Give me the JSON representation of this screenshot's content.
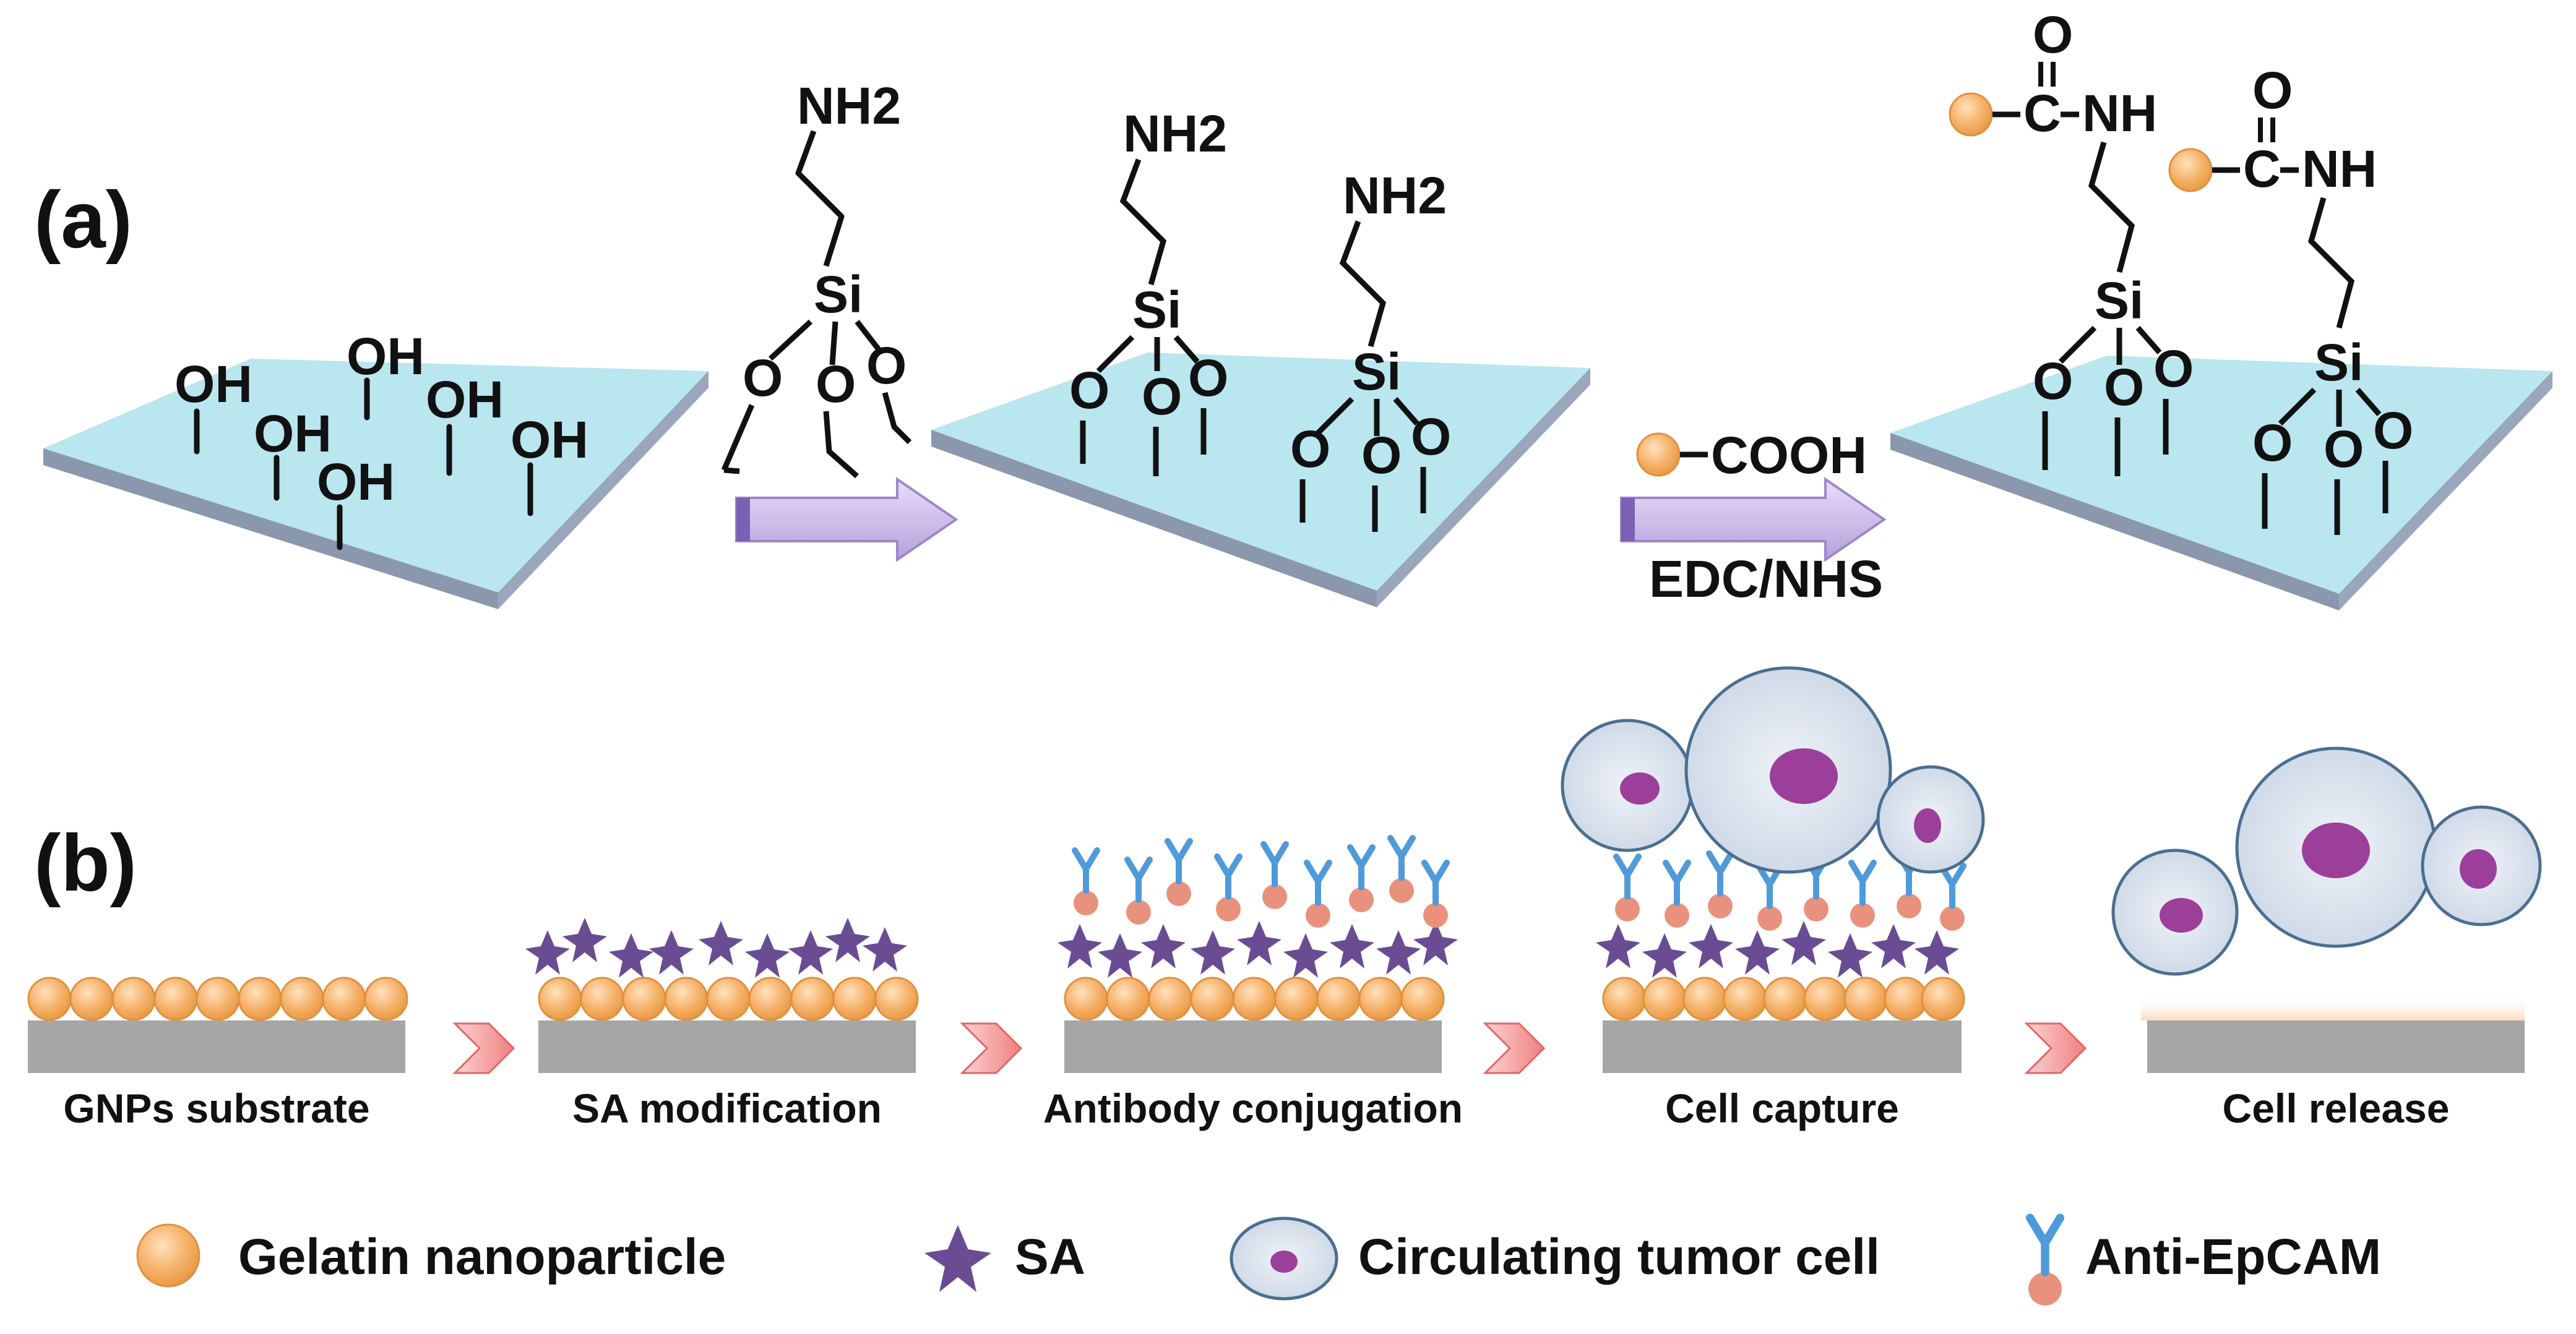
{
  "panels": {
    "a": "(a)",
    "b": "(b)"
  },
  "chem": {
    "oh": "OH",
    "nh2": "NH2",
    "si": "Si",
    "o": "O",
    "nh": "NH",
    "c": "C",
    "cooh": "COOH",
    "reagent": "EDC/NHS"
  },
  "steps": [
    "GNPs substrate",
    "SA modification",
    "Antibody conjugation",
    "Cell capture",
    "Cell release"
  ],
  "legend": [
    "Gelatin nanoparticle",
    "SA",
    "Circulating tumor cell",
    "Anti-EpCAM"
  ],
  "colors": {
    "slab_top": "#b9e6ef",
    "slab_side": "#8a97ad",
    "nanoparticle": "#f6b26b",
    "sa_star": "#6a4c93",
    "antibody": "#4f9bd9",
    "antibody_base": "#e8927e",
    "cell_fill": "#dfe6f0",
    "cell_stroke": "#4b6e91",
    "nucleus": "#9b3f9b",
    "arrow": "#c9b6e6",
    "chevron": "#f08080",
    "substrate": "#a6a6a6"
  }
}
